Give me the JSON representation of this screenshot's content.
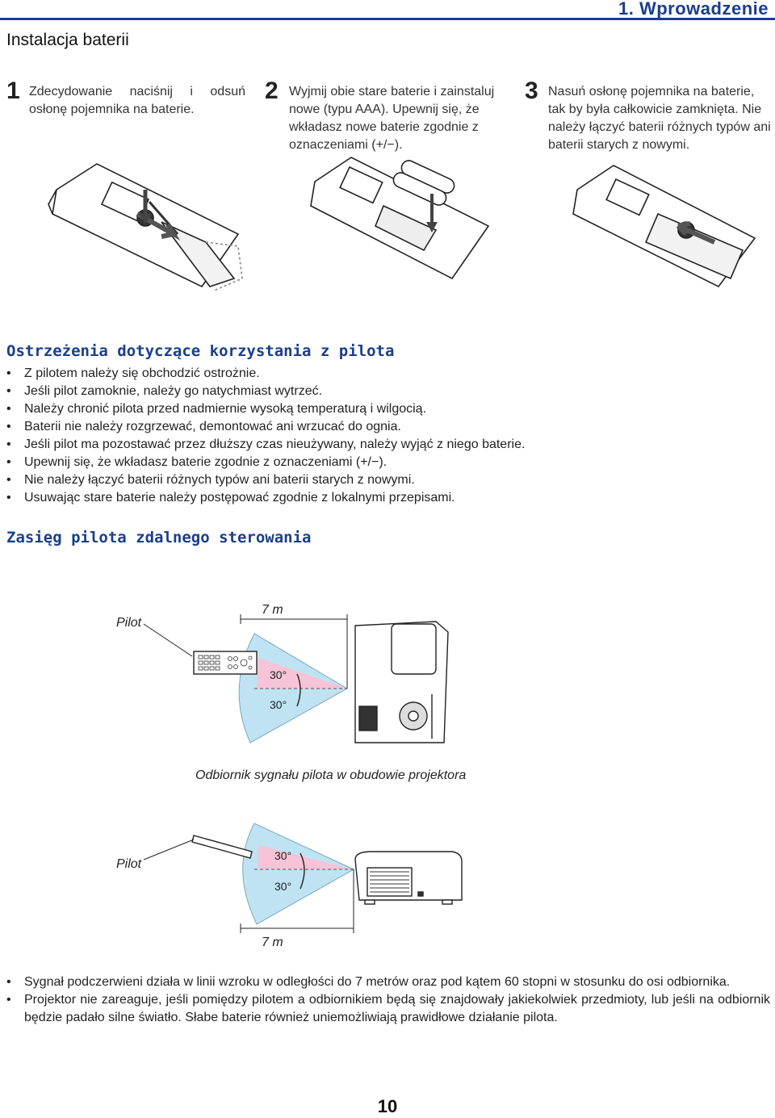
{
  "header": {
    "chapter": "1. Wprowadzenie"
  },
  "install": {
    "title": "Instalacja baterii",
    "steps": [
      {
        "num": "1",
        "text": "Zdecydowanie naciśnij i odsuń osłonę pojemnika na baterie."
      },
      {
        "num": "2",
        "text": "Wyjmij obie stare baterie i zainstaluj nowe (typu AAA). Upewnij się, że wkładasz nowe baterie zgodnie z oznaczeniami (+/−)."
      },
      {
        "num": "3",
        "text": "Nasuń osłonę pojemnika na baterie, tak by była całkowicie zamknięta. Nie należy łączyć baterii różnych typów ani baterii starych z nowymi."
      }
    ]
  },
  "warnings": {
    "title": "Ostrzeżenia dotyczące korzystania z pilota",
    "items": [
      "Z pilotem należy się obchodzić ostrożnie.",
      "Jeśli pilot zamoknie, należy go natychmiast wytrzeć.",
      "Należy chronić pilota przed nadmiernie wysoką temperaturą i wilgocią.",
      "Baterii nie należy rozgrzewać, demontować ani wrzucać do ognia.",
      "Jeśli pilot ma pozostawać przez dłuższy czas nieużywany, należy wyjąć z niego baterie.",
      "Upewnij się, że wkładasz baterie zgodnie z oznaczeniami (+/−).",
      "Nie należy łączyć baterii różnych typów ani baterii starych z nowymi.",
      "Usuwając stare baterie należy postępować zgodnie z lokalnymi przepisami."
    ]
  },
  "range": {
    "title": "Zasięg pilota zdalnego sterowania",
    "top": {
      "remote_label": "Pilot",
      "distance": "7 m",
      "angle1": "30°",
      "angle2": "30°",
      "caption": "Odbiornik sygnału pilota w obudowie projektora"
    },
    "bottom": {
      "remote_label": "Pilot",
      "distance": "7 m",
      "angle1": "30°",
      "angle2": "30°"
    },
    "notes": [
      "Sygnał podczerwieni działa w linii wzroku w odległości do 7 metrów oraz pod kątem 60 stopni w stosunku do osi odbiornika.",
      "Projektor nie zareaguje, jeśli pomiędzy pilotem a odbiornikiem będą się znajdowały jakiekolwiek przedmioty, lub jeśli na odbiornik będzie padało silne światło. Słabe baterie również uniemożliwiają prawidłowe działanie pilota."
    ]
  },
  "footer": {
    "page": "10"
  },
  "colors": {
    "accent": "#1a3e8c",
    "ir_beam": "#bfe3f2",
    "ir_center": "#f7c3d6"
  }
}
